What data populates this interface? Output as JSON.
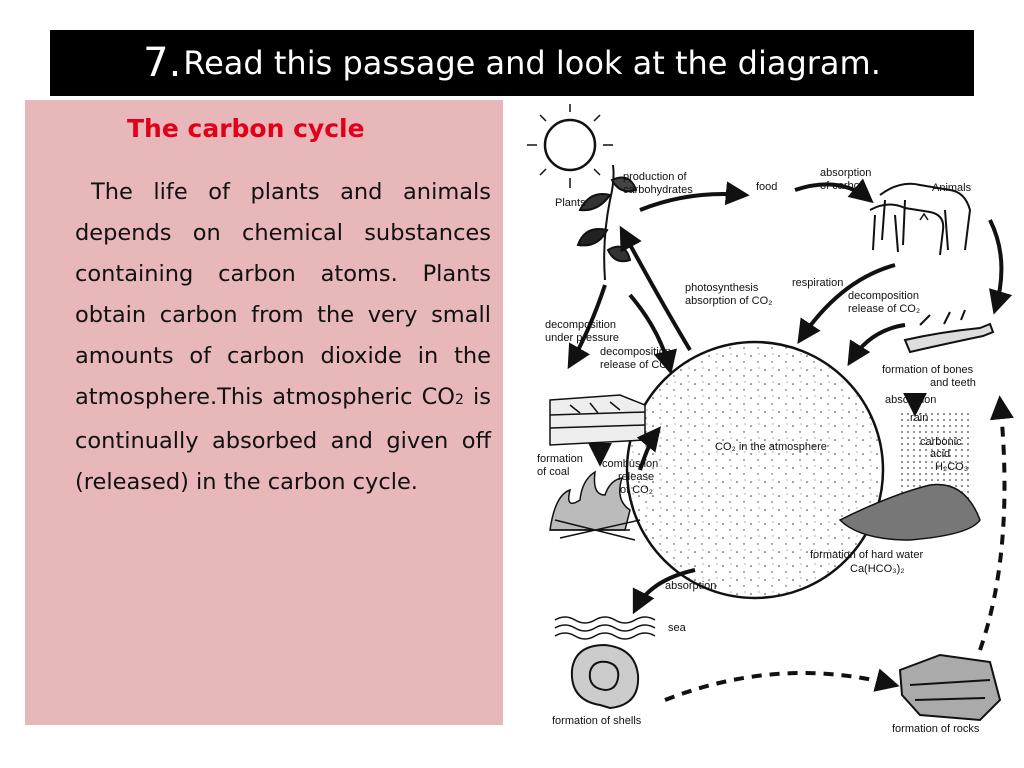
{
  "header": {
    "number": "7.",
    "title": "Read this passage and look at the diagram."
  },
  "passage": {
    "title": "The carbon cycle",
    "text_before_sub": "The life of plants and animals depends on chemical substances containing carbon atoms. Plants obtain carbon from the very small amounts of carbon dioxide in the atmosphere.This atmospheric CO",
    "sub": "2",
    "text_after_sub": " is continually absorbed and given off (released) in the carbon cycle."
  },
  "diagram": {
    "labels": {
      "production": [
        "production of",
        "carbohydrates"
      ],
      "food": "food",
      "absorption_carbon": [
        "absorption",
        "of carbon"
      ],
      "animals": "Animals",
      "plants": "Plants",
      "photosynthesis": [
        "photosynthesis",
        "absorption of CO₂"
      ],
      "respiration": "respiration",
      "decomp_release": [
        "decomposition",
        "release of CO₂"
      ],
      "decomp_pressure": [
        "decomposition",
        "under pressure"
      ],
      "decomp_release_left": [
        "decomposition",
        "release of CO₂"
      ],
      "bones": [
        "formation of bones",
        "and teeth"
      ],
      "absorption_rain": [
        "absorption",
        "rain"
      ],
      "atmosphere": "CO₂ in the atmosphere",
      "carbonic": [
        "carbonic",
        "acid",
        "H₂CO₃"
      ],
      "coal": [
        "formation",
        "of coal"
      ],
      "combustion": [
        "combustion",
        "release",
        "of CO₂"
      ],
      "hard_water": [
        "formation of hard water",
        "Ca(HCO₃)₂"
      ],
      "absorption_sea": "absorption",
      "sea": "sea",
      "shells": "formation of shells",
      "rocks": "formation of rocks"
    }
  }
}
